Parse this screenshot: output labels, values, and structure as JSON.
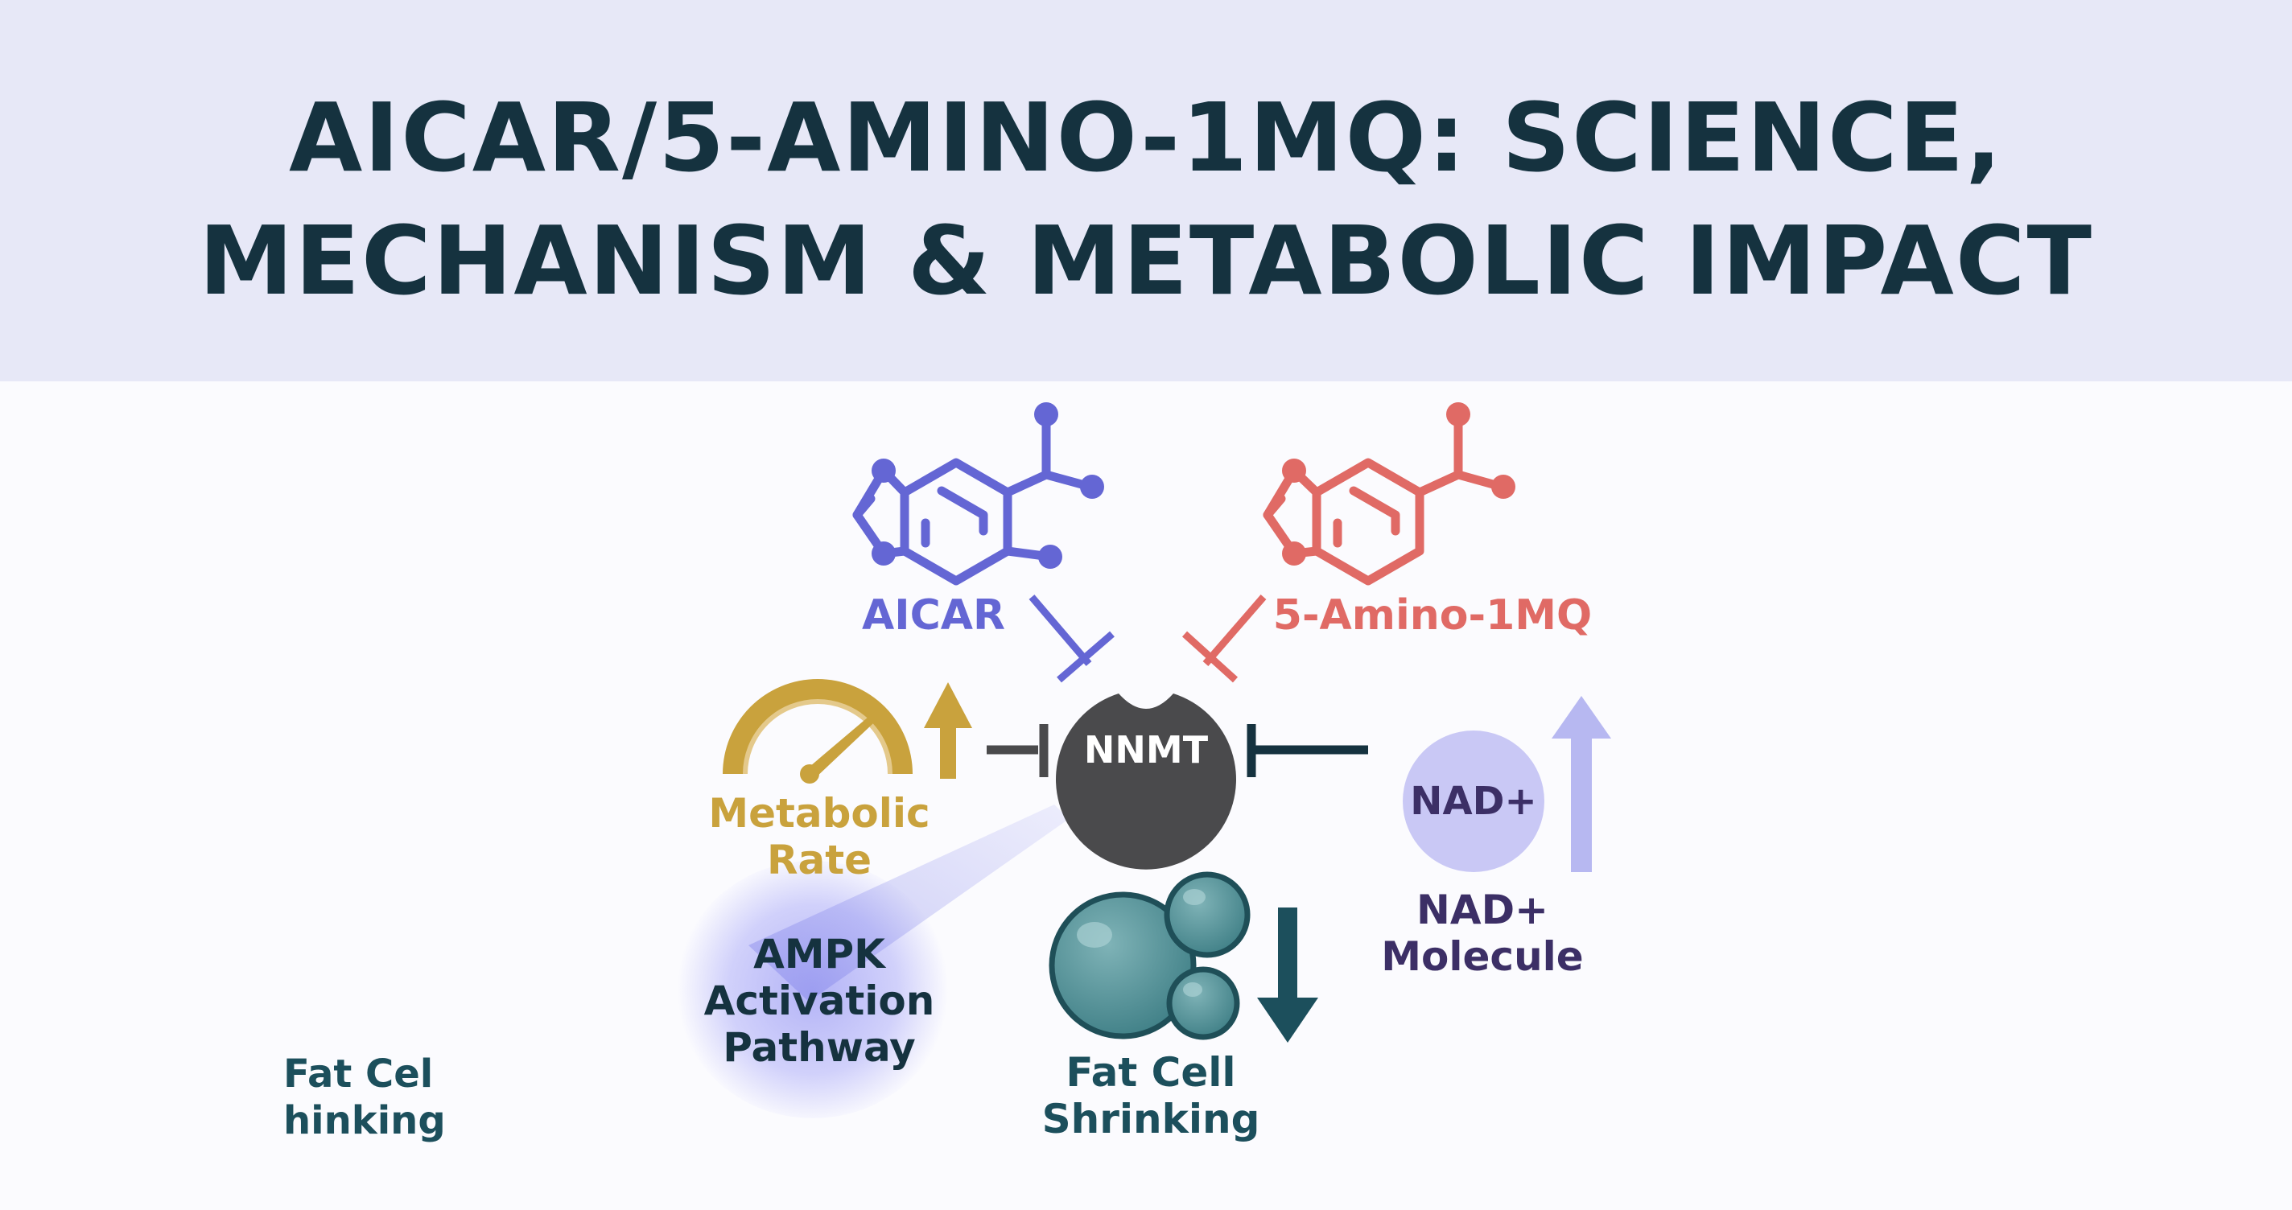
{
  "title": {
    "line1": "AICAR/5-AMINO-1MQ: SCIENCE,",
    "line2": "MECHANISM & METABOLIC IMPACT"
  },
  "diagram": {
    "aicar_label": "AICAR",
    "amino_label": "5-Amino-1MQ",
    "nnmt_label": "NNMT",
    "nad_circle_label": "NAD+",
    "nad_caption": [
      "NAD+",
      "Molecule"
    ],
    "metabolic_caption": [
      "Metabolic",
      "Rate"
    ],
    "ampk_caption": [
      "AMPK",
      "Activation",
      "Pathway"
    ],
    "fat_caption": [
      "Fat Cell",
      "Shrinking"
    ],
    "ghost_caption": [
      "Fat Cel",
      "hinking"
    ]
  },
  "colors": {
    "header_bg": "#e7e8f7",
    "title": "#15323f",
    "aicar": "#6466d4",
    "amino": "#e06a65",
    "nnmt": "#4a4a4c",
    "metabolic": "#c9a23d",
    "nad": "#8a8ae8",
    "nad_text": "#3c2f66",
    "fat_cell": "#4d8c92",
    "teal_text": "#1c4f5c"
  },
  "icons": [
    "aicar-molecule-icon",
    "amino-molecule-icon",
    "gauge-icon",
    "up-arrow-icon",
    "down-arrow-icon",
    "inhibit-arrow-icon",
    "fat-cell-icon"
  ]
}
